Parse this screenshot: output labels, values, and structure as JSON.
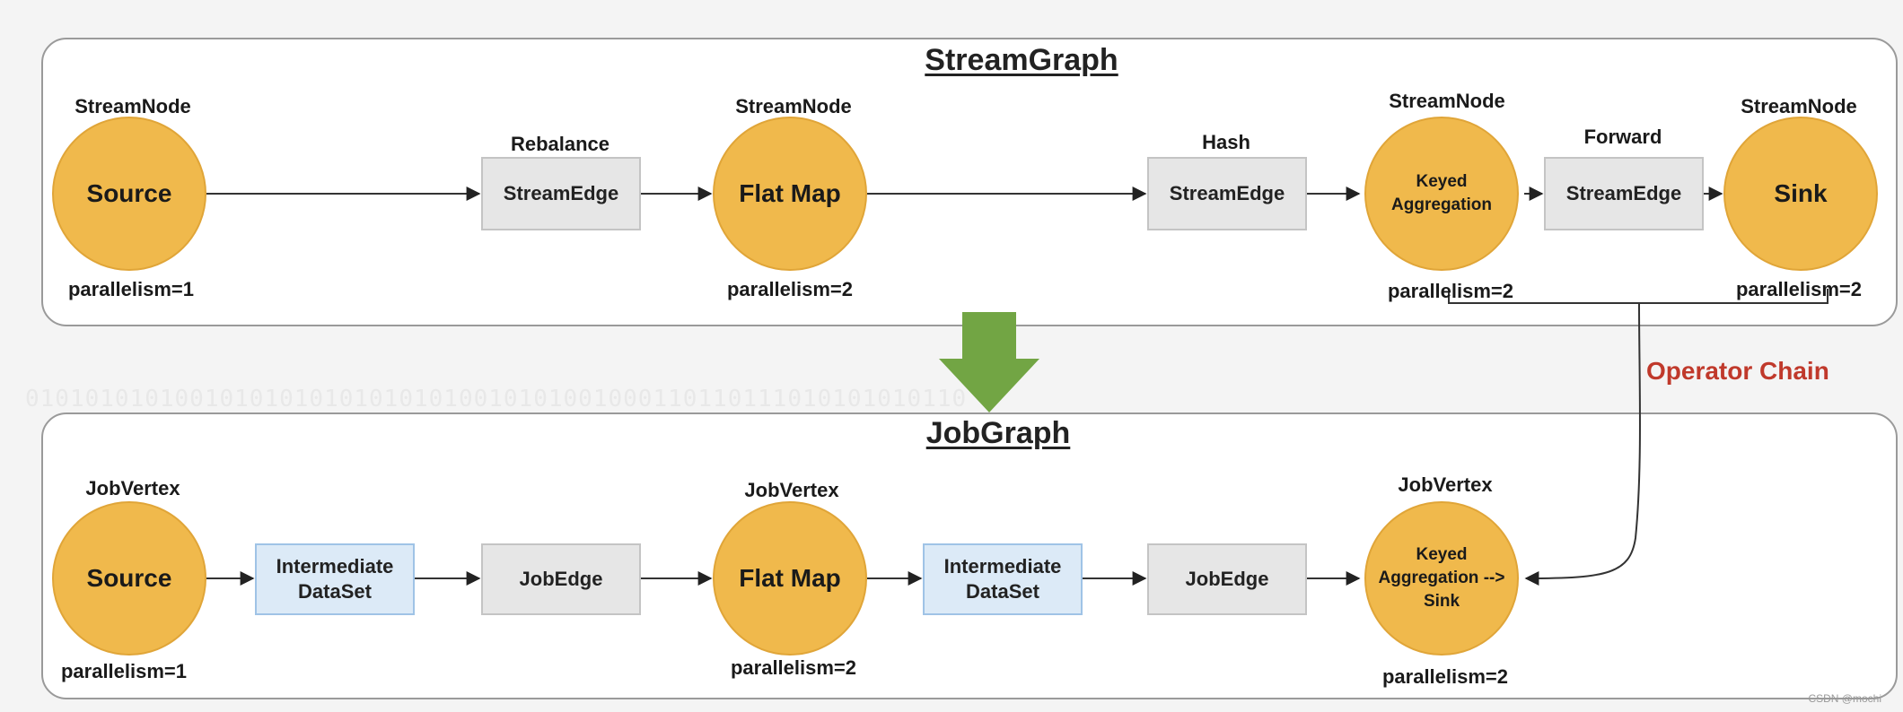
{
  "stream_graph": {
    "title": "StreamGraph",
    "nodes": [
      {
        "header": "StreamNode",
        "name": "Source",
        "parallelism": "parallelism=1"
      },
      {
        "header": "StreamNode",
        "name": "Flat Map",
        "parallelism": "parallelism=2"
      },
      {
        "header": "StreamNode",
        "name": "Keyed Aggregation",
        "parallelism": "parallelism=2"
      },
      {
        "header": "StreamNode",
        "name": "Sink",
        "parallelism": "parallelism=2"
      }
    ],
    "edges": [
      {
        "partition": "Rebalance",
        "label": "StreamEdge"
      },
      {
        "partition": "Hash",
        "label": "StreamEdge"
      },
      {
        "partition": "Forward",
        "label": "StreamEdge"
      }
    ]
  },
  "job_graph": {
    "title": "JobGraph",
    "vertices": [
      {
        "header": "JobVertex",
        "name": "Source",
        "parallelism": "parallelism=1"
      },
      {
        "header": "JobVertex",
        "name": "Flat Map",
        "parallelism": "parallelism=2"
      },
      {
        "header": "JobVertex",
        "name": "Keyed Aggregation --> Sink",
        "parallelism": "parallelism=2"
      }
    ],
    "datasets": [
      {
        "label": "Intermediate DataSet"
      },
      {
        "label": "Intermediate DataSet"
      }
    ],
    "edges": [
      {
        "label": "JobEdge"
      },
      {
        "label": "JobEdge"
      }
    ]
  },
  "operator_chain": {
    "label": "Operator Chain"
  },
  "background_text": "010101010100101010101010101010010101001000110110111010101010110",
  "watermark": "CSDN @mochi",
  "colors": {
    "node_fill": "#f0b94c",
    "stream_edge_fill": "#e6e6e6",
    "dataset_fill": "#dceaf7",
    "transform_arrow": "#72a544",
    "chain_label": "#c0392b"
  }
}
